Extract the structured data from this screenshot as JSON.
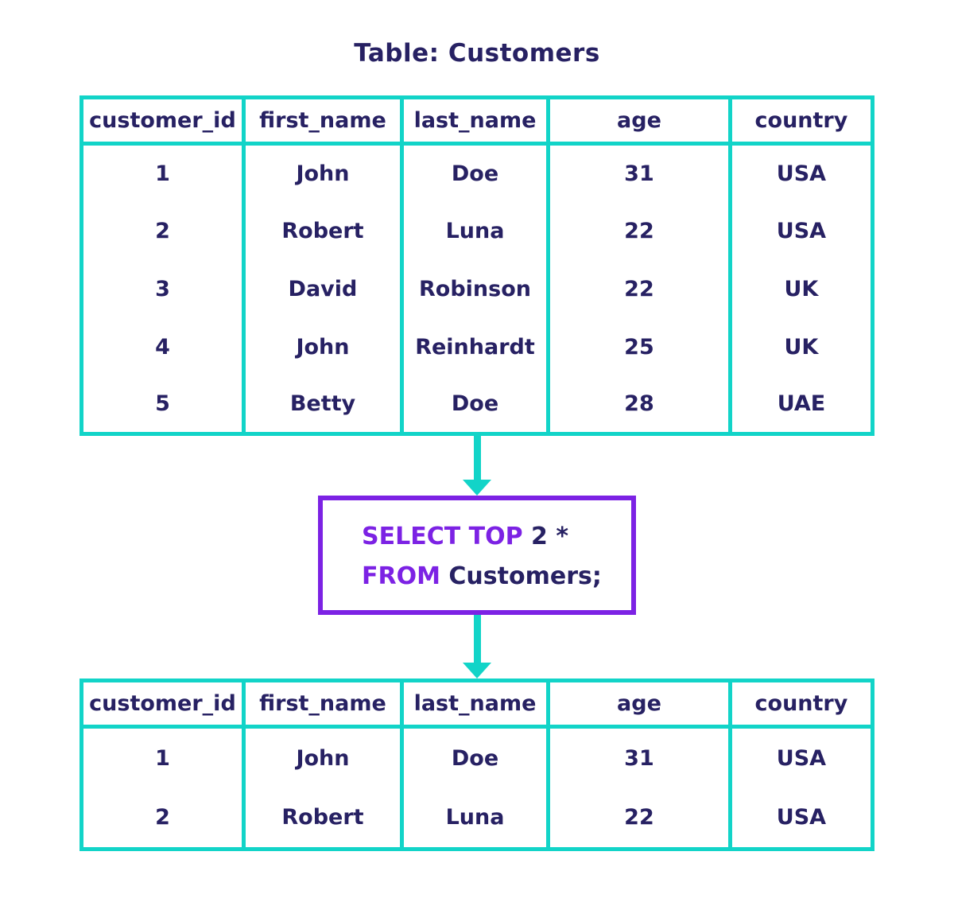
{
  "title": "Table: Customers",
  "colors": {
    "teal": "#12d4c8",
    "navy": "#272163",
    "purple": "#7c22e4"
  },
  "source_table": {
    "columns": [
      "customer_id",
      "first_name",
      "last_name",
      "age",
      "country"
    ],
    "rows": [
      [
        "1",
        "John",
        "Doe",
        "31",
        "USA"
      ],
      [
        "2",
        "Robert",
        "Luna",
        "22",
        "USA"
      ],
      [
        "3",
        "David",
        "Robinson",
        "22",
        "UK"
      ],
      [
        "4",
        "John",
        "Reinhardt",
        "25",
        "UK"
      ],
      [
        "5",
        "Betty",
        "Doe",
        "28",
        "UAE"
      ]
    ]
  },
  "query": {
    "lines": [
      {
        "segments": [
          {
            "text": "SELECT TOP ",
            "style": "keyword"
          },
          {
            "text": "2 *",
            "style": "plain"
          }
        ]
      },
      {
        "segments": [
          {
            "text": "FROM ",
            "style": "keyword"
          },
          {
            "text": "Customers;",
            "style": "plain"
          }
        ]
      }
    ]
  },
  "result_table": {
    "columns": [
      "customer_id",
      "first_name",
      "last_name",
      "age",
      "country"
    ],
    "rows": [
      [
        "1",
        "John",
        "Doe",
        "31",
        "USA"
      ],
      [
        "2",
        "Robert",
        "Luna",
        "22",
        "USA"
      ]
    ]
  }
}
